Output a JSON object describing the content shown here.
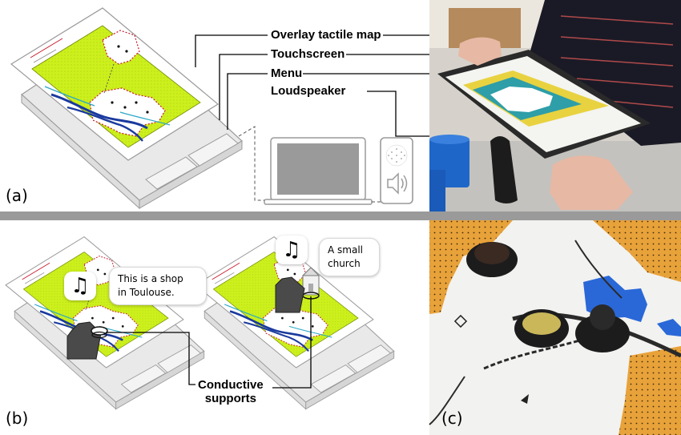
{
  "panels": {
    "a": {
      "letter": "(a)"
    },
    "b": {
      "letter": "(b)"
    },
    "c": {
      "letter": "(c)"
    }
  },
  "callouts": {
    "overlay": "Overlay tactile map",
    "touchscreen": "Touchscreen",
    "menu": "Menu",
    "loudspeaker": "Loudspeaker",
    "conductive_1": "Conductive",
    "conductive_2": "supports"
  },
  "bubbles": {
    "shop_1": "This is a shop",
    "shop_2": "in Toulouse.",
    "church_1": "A small",
    "church_2": "church",
    "music_glyph": "♫"
  },
  "colors": {
    "map_green": "#ccf01c",
    "divider": "#9a9a9a",
    "river": "#1a3a9e",
    "photo_orange": "#e8a23a",
    "photo_blue": "#2a68d8"
  },
  "icons": [
    "music-note-icon",
    "speaker-icon",
    "laptop-icon",
    "hand-icon",
    "church-icon",
    "cup-icon"
  ]
}
